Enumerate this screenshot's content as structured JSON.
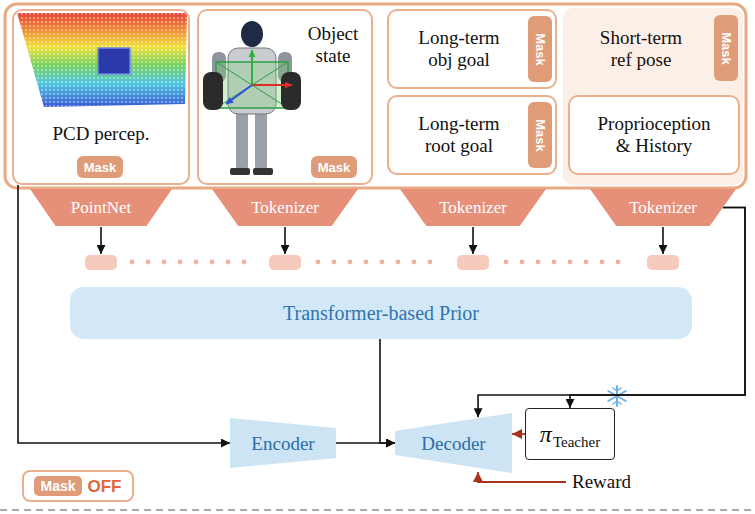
{
  "diagram": {
    "nodes": [
      {
        "text": [
          "PCD percep."
        ]
      },
      {
        "text": [
          "Mask"
        ],
        "in": 0
      },
      {
        "text": [
          "Object state"
        ]
      },
      {
        "text": [
          "Mask"
        ],
        "in": 2
      },
      {
        "text": [
          "Long-term obj goal"
        ]
      },
      {
        "text": [
          "Mask"
        ],
        "in": 4
      },
      {
        "text": [
          "Long-term root goal"
        ]
      },
      {
        "text": [
          "Mask"
        ],
        "in": 6
      },
      {
        "text": [
          "Short-term ref pose"
        ]
      },
      {
        "text": [
          "Mask"
        ],
        "in": 8
      },
      {
        "text": [
          "Proprioception & History"
        ]
      },
      {
        "text": [
          "PointNet"
        ]
      },
      {
        "text": [
          "Tokenizer"
        ]
      },
      {
        "text": [
          "Tokenizer"
        ]
      },
      {
        "text": [
          "Tokenizer"
        ]
      },
      {
        "text": [
          "Transformer-based Prior"
        ]
      },
      {
        "text": [
          "Encoder"
        ]
      },
      {
        "text": [
          "Decoder"
        ]
      },
      {
        "text": [
          "π",
          "Teacher"
        ]
      },
      {
        "text": [
          "Mask",
          "OFF"
        ]
      }
    ],
    "edges": [
      {
        "from": 0,
        "to": 16,
        "arrow": "to"
      },
      {
        "from": 16,
        "to": 17,
        "arrow": "to"
      },
      {
        "from": 15,
        "to": 17,
        "arrow": "to"
      },
      {
        "from": 14,
        "to": 17,
        "arrow": "to"
      },
      {
        "from": 14,
        "to": 18,
        "arrow": "to"
      },
      {
        "from": 18,
        "to": 17,
        "arrow": "to"
      }
    ],
    "labels": [
      "Reward"
    ]
  }
}
